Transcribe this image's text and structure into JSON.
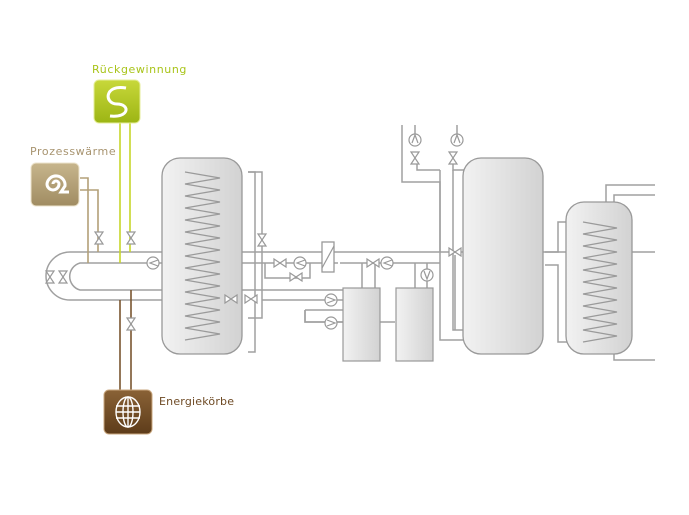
{
  "diagram": {
    "title": "Heating system schematic",
    "colors": {
      "pipe": "#9a9a9a",
      "tank_fill_light": "#f0f0f0",
      "tank_fill_dark": "#d0d0d0",
      "tank_stroke": "#999999",
      "recovery": "#a9c41a",
      "recovery_pipe": "#c6d62a",
      "process_heat": "#b3a078",
      "energy_baskets": "#6e4a24"
    },
    "sources": [
      {
        "id": "recovery",
        "label": "Rückgewinnung",
        "icon": "s-curve-arrows-icon"
      },
      {
        "id": "process_heat",
        "label": "Prozesswärme",
        "icon": "spiral-arrow-icon"
      },
      {
        "id": "energy_baskets",
        "label": "Energiekörbe",
        "icon": "globe-grid-icon"
      }
    ],
    "components": {
      "storage_tanks": 3,
      "coil_tanks": 2,
      "small_boilers": 2
    }
  }
}
